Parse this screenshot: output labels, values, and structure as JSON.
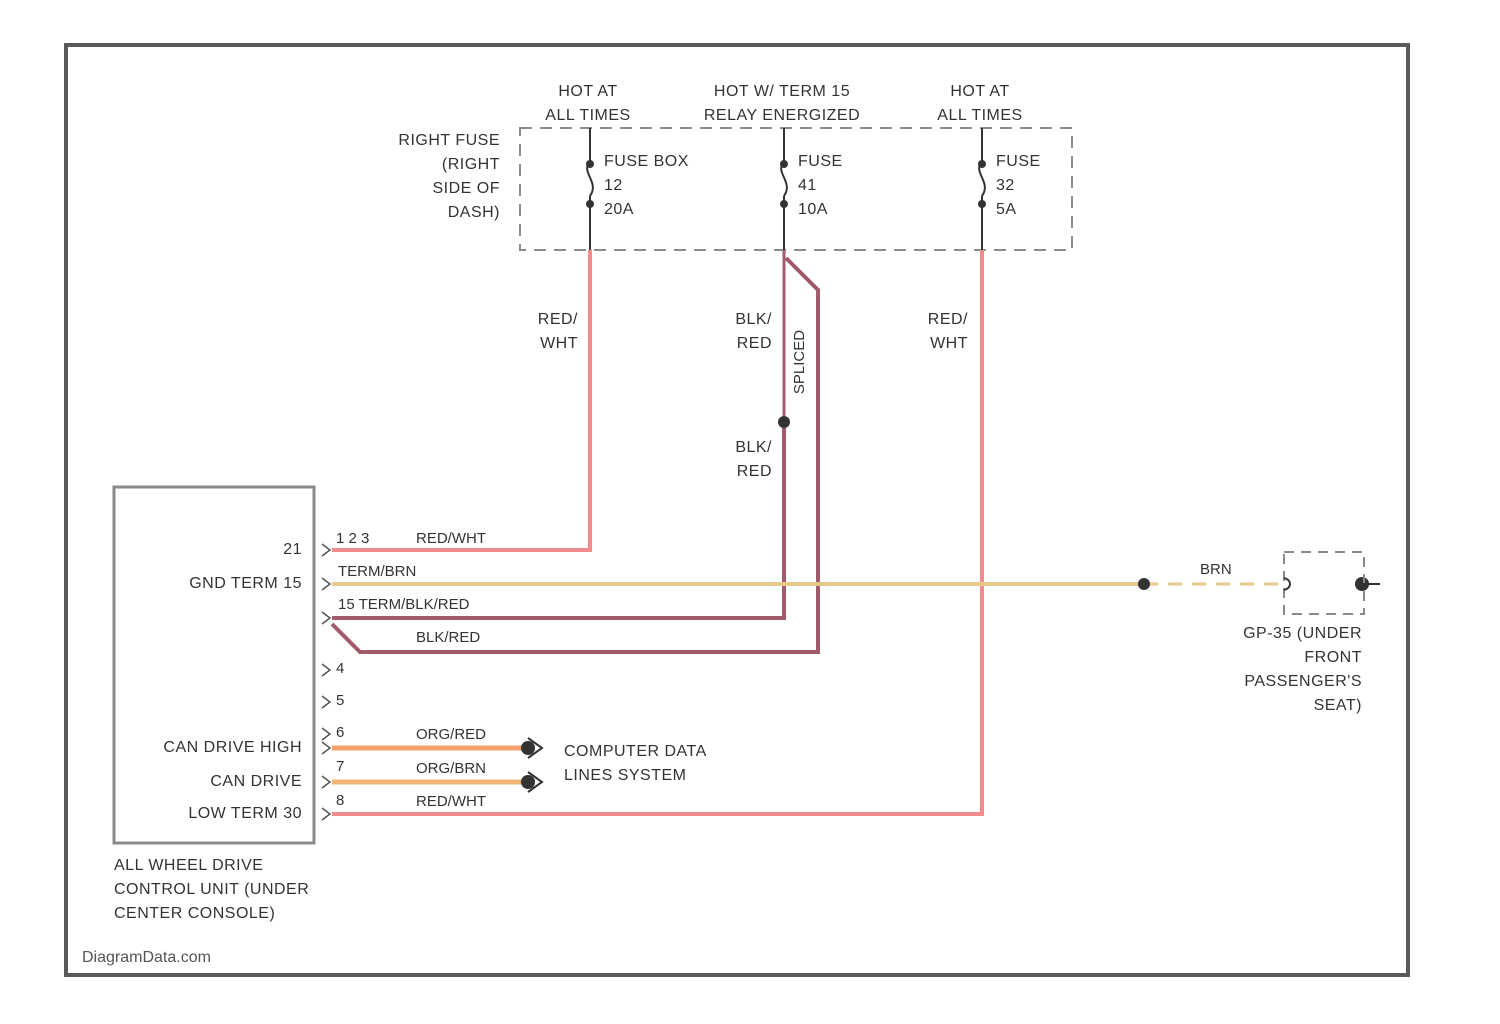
{
  "colors": {
    "frame": "#5a5a5a",
    "red_wht": "#f08c8c",
    "blk_red": "#a05a6a",
    "tan_brn": "#e6c888",
    "org_red": "#f4a06e",
    "org_brn": "#f0b474",
    "text": "#333333"
  },
  "fuse_box": {
    "supply_labels": [
      [
        "HOT AT",
        "ALL TIMES"
      ],
      [
        "HOT W/ TERM 15",
        "RELAY ENERGIZED"
      ],
      [
        "HOT AT",
        "ALL TIMES"
      ]
    ],
    "location_label": [
      "RIGHT FUSE",
      "(RIGHT",
      "SIDE OF",
      "DASH)"
    ],
    "fuses": [
      [
        "FUSE BOX",
        "12",
        "20A"
      ],
      [
        "FUSE",
        "41",
        "10A"
      ],
      [
        "FUSE",
        "32",
        "5A"
      ]
    ]
  },
  "wire_labels": {
    "left_vertical": [
      "RED/",
      "WHT"
    ],
    "mid_upper": [
      "BLK/",
      "RED"
    ],
    "mid_spliced": "SPLICED",
    "mid_lower": [
      "BLK/",
      "RED"
    ],
    "right_vertical": [
      "RED/",
      "WHT"
    ],
    "h1": "RED/WHT",
    "h2": "TERM/BRN",
    "h3": "15 TERM/BLK/RED",
    "h4": "BLK/RED",
    "h5": "ORG/RED",
    "h6": "ORG/BRN",
    "h7": "RED/WHT",
    "brn": "BRN"
  },
  "pins": {
    "top": "1 2 3",
    "p4": "4",
    "p5": "5",
    "p6": "6",
    "p7": "7",
    "p8": "8"
  },
  "control_unit": {
    "pin_labels": {
      "p21": "21",
      "gnd": "GND TERM 15",
      "can_high": "CAN DRIVE HIGH",
      "can_drive": "CAN DRIVE",
      "low_term": "LOW TERM 30"
    },
    "name": [
      "ALL WHEEL DRIVE",
      "CONTROL UNIT (UNDER",
      "CENTER CONSOLE)"
    ]
  },
  "data_lines": [
    "COMPUTER DATA",
    "LINES SYSTEM"
  ],
  "ground": [
    "GP-35 (UNDER",
    "FRONT",
    "PASSENGER'S",
    "SEAT)"
  ],
  "watermark": "DiagramData.com"
}
